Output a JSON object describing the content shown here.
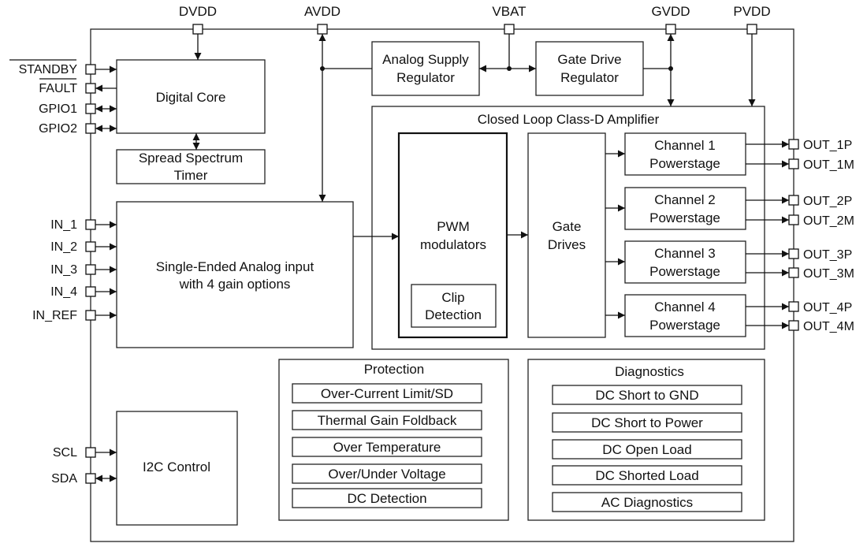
{
  "supply_pins": {
    "dvdd": "DVDD",
    "avdd": "AVDD",
    "vbat": "VBAT",
    "gvdd": "GVDD",
    "pvdd": "PVDD"
  },
  "left_pins": {
    "standby": "STANDBY",
    "fault": "FAULT",
    "gpio1": "GPIO1",
    "gpio2": "GPIO2",
    "in_1": "IN_1",
    "in_2": "IN_2",
    "in_3": "IN_3",
    "in_4": "IN_4",
    "in_ref": "IN_REF",
    "scl": "SCL",
    "sda": "SDA"
  },
  "right_pins": {
    "out_1p": "OUT_1P",
    "out_1m": "OUT_1M",
    "out_2p": "OUT_2P",
    "out_2m": "OUT_2M",
    "out_3p": "OUT_3P",
    "out_3m": "OUT_3M",
    "out_4p": "OUT_4P",
    "out_4m": "OUT_4M"
  },
  "blocks": {
    "digital_core": "Digital Core",
    "spread_spectrum": [
      "Spread Spectrum",
      "Timer"
    ],
    "analog_input": [
      "Single-Ended Analog input",
      "with 4 gain options"
    ],
    "i2c_control": "I2C Control",
    "analog_supply_regulator": [
      "Analog Supply",
      "Regulator"
    ],
    "gate_drive_regulator": [
      "Gate Drive",
      "Regulator"
    ],
    "class_d_amplifier": "Closed Loop Class-D Amplifier",
    "pwm_modulators": [
      "PWM",
      "modulators"
    ],
    "clip_detection": [
      "Clip",
      "Detection"
    ],
    "gate_drives": [
      "Gate",
      "Drives"
    ],
    "channel_1": [
      "Channel 1",
      "Powerstage"
    ],
    "channel_2": [
      "Channel 2",
      "Powerstage"
    ],
    "channel_3": [
      "Channel 3",
      "Powerstage"
    ],
    "channel_4": [
      "Channel 4",
      "Powerstage"
    ]
  },
  "protection": {
    "title": "Protection",
    "items": [
      "Over-Current Limit/SD",
      "Thermal Gain Foldback",
      "Over Temperature",
      "Over/Under Voltage",
      "DC Detection"
    ]
  },
  "diagnostics": {
    "title": "Diagnostics",
    "items": [
      "DC Short to GND",
      "DC Short to Power",
      "DC Open Load",
      "DC Shorted Load",
      "AC Diagnostics"
    ]
  }
}
